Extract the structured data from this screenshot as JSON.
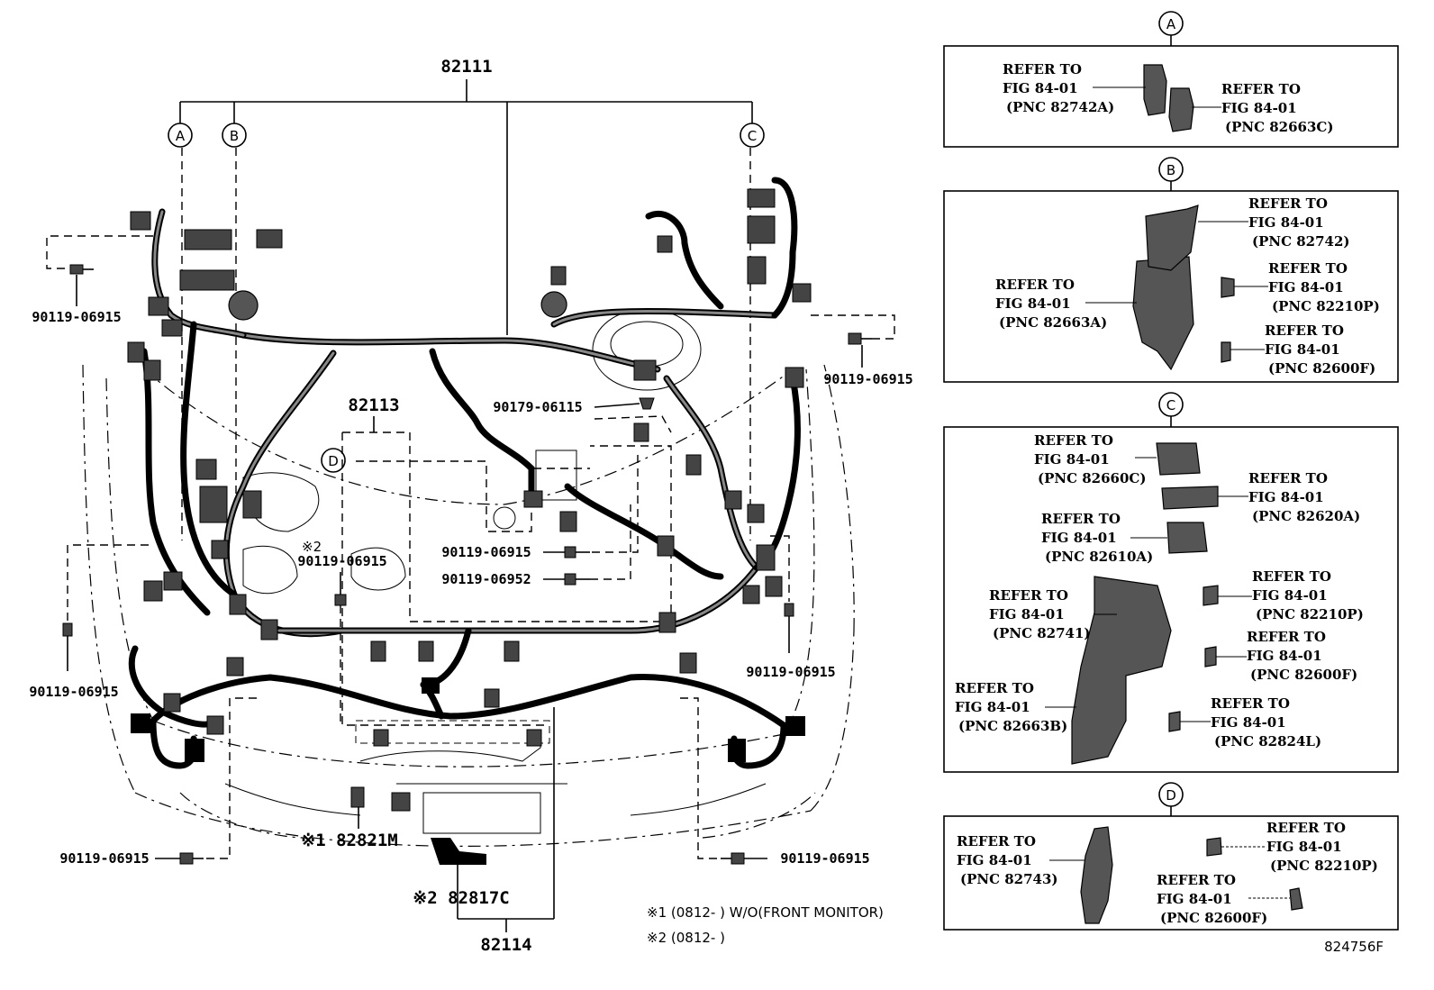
{
  "harness_labels": {
    "main": "82111",
    "engine_room": "82113",
    "sub": "82114",
    "sensor": "※1 82821M",
    "connector": "※2 82817C"
  },
  "callouts": {
    "A": "A",
    "B": "B",
    "C": "C",
    "D": "D"
  },
  "bolts": {
    "b1": "90119-06915",
    "b2": "90119-06915",
    "b3": "90119-06915",
    "b4": "90119-06915",
    "b5": "90119-06915",
    "b6": "90119-06915",
    "b7": "90119-06915",
    "b8_mark": "※2",
    "b8": "90119-06915",
    "clip": "90179-06115",
    "b9": "90119-06952"
  },
  "notes": {
    "note1": "※1 (0812-    ) W/O(FRONT MONITOR)",
    "note2": "※2 (0812-    )"
  },
  "drawing_id": "824756F",
  "detail_boxes": {
    "A": [
      {
        "l1": "REFER TO",
        "l2": "FIG 84-01",
        "l3": "(PNC 82742A)"
      },
      {
        "l1": "REFER TO",
        "l2": "FIG 84-01",
        "l3": "(PNC 82663C)"
      }
    ],
    "B": [
      {
        "l1": "REFER TO",
        "l2": "FIG 84-01",
        "l3": "(PNC 82742)"
      },
      {
        "l1": "REFER TO",
        "l2": "FIG 84-01",
        "l3": "(PNC 82663A)"
      },
      {
        "l1": "REFER TO",
        "l2": "FIG 84-01",
        "l3": "(PNC 82210P)"
      },
      {
        "l1": "REFER TO",
        "l2": "FIG 84-01",
        "l3": "(PNC 82600F)"
      }
    ],
    "C": [
      {
        "l1": "REFER TO",
        "l2": "FIG 84-01",
        "l3": "(PNC 82660C)"
      },
      {
        "l1": "REFER TO",
        "l2": "FIG 84-01",
        "l3": "(PNC 82620A)"
      },
      {
        "l1": "REFER TO",
        "l2": "FIG 84-01",
        "l3": "(PNC 82610A)"
      },
      {
        "l1": "REFER TO",
        "l2": "FIG 84-01",
        "l3": "(PNC 82210P)"
      },
      {
        "l1": "REFER TO",
        "l2": "FIG 84-01",
        "l3": "(PNC 82741)"
      },
      {
        "l1": "REFER TO",
        "l2": "FIG 84-01",
        "l3": "(PNC 82600F)"
      },
      {
        "l1": "REFER TO",
        "l2": "FIG 84-01",
        "l3": "(PNC 82663B)"
      },
      {
        "l1": "REFER TO",
        "l2": "FIG 84-01",
        "l3": "(PNC 82824L)"
      }
    ],
    "D": [
      {
        "l1": "REFER TO",
        "l2": "FIG 84-01",
        "l3": "(PNC 82743)"
      },
      {
        "l1": "REFER TO",
        "l2": "FIG 84-01",
        "l3": "(PNC 82210P)"
      },
      {
        "l1": "REFER TO",
        "l2": "FIG 84-01",
        "l3": "(PNC 82600F)"
      }
    ]
  }
}
